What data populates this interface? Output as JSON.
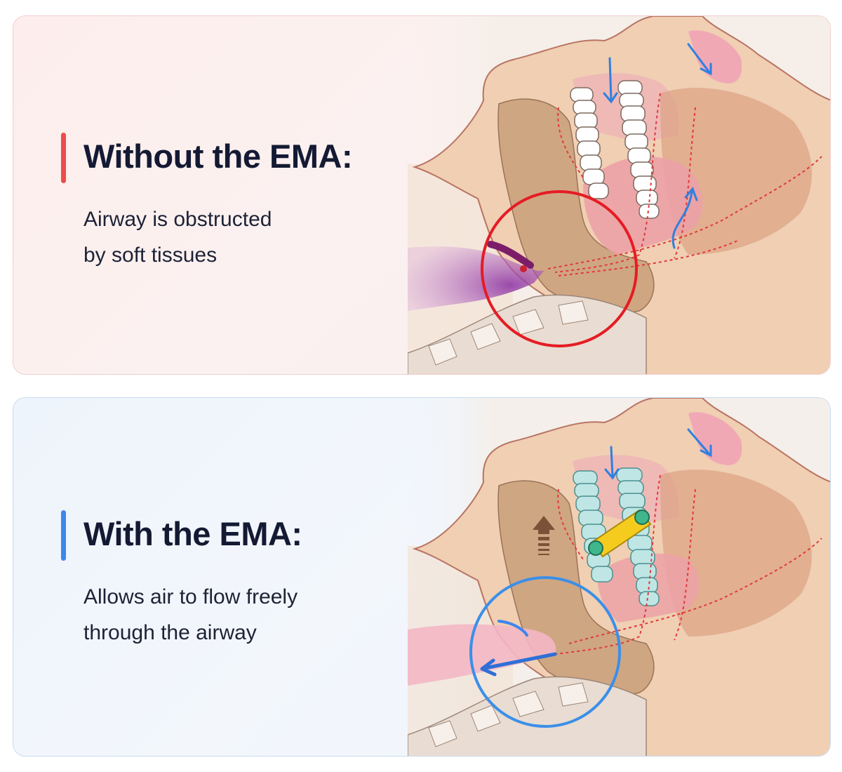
{
  "panels": [
    {
      "heading": "Without the EMA:",
      "desc_line1": "Airway is obstructed",
      "desc_line2": "by soft tissues",
      "accent_color": "#ef4b4b",
      "state": "obstructed"
    },
    {
      "heading": "With the EMA:",
      "desc_line1": "Allows air to flow freely",
      "desc_line2": "through the airway",
      "accent_color": "#3d86ee",
      "state": "open"
    }
  ],
  "icons": [
    "airflow-arrow-icon",
    "jaw-advance-arrow-icon",
    "mandibular-advancement-device-icon"
  ]
}
